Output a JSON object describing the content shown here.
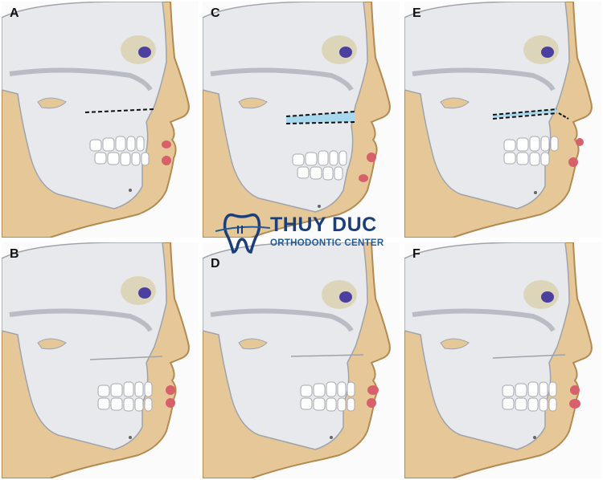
{
  "figure": {
    "description": "Six-panel illustration of jaw/skull profile showing orthognathic surgery stages",
    "panels": [
      {
        "id": "A",
        "label": "A",
        "row": 1,
        "col": 1,
        "cut_line": "dashed black single line (maxilla osteotomy)"
      },
      {
        "id": "C",
        "label": "C",
        "row": 1,
        "col": 2,
        "cut_line": "two dashed lines with blue wedge"
      },
      {
        "id": "E",
        "label": "E",
        "row": 1,
        "col": 3,
        "cut_line": "double dashed lines with blue strip"
      },
      {
        "id": "B",
        "label": "B",
        "row": 2,
        "col": 1,
        "cut_line": "none"
      },
      {
        "id": "D",
        "label": "D",
        "row": 2,
        "col": 2,
        "cut_line": "none"
      },
      {
        "id": "F",
        "label": "F",
        "row": 2,
        "col": 3,
        "cut_line": "none"
      }
    ]
  },
  "watermark": {
    "title": "THUY DUC",
    "subtitle": "ORTHODONTIC CENTER",
    "icon": "tooth-with-braces-icon",
    "color_primary": "#1c3f7a",
    "color_secondary": "#1f5a99"
  },
  "colors": {
    "skin": "#e6c898",
    "skin_outline": "#b48a50",
    "bone": "#e8e9ec",
    "bone_shadow": "#b9bcc3",
    "eye": "#4b3fa0",
    "lips": "#d8606a",
    "cut_blue": "#a8d8ee"
  }
}
